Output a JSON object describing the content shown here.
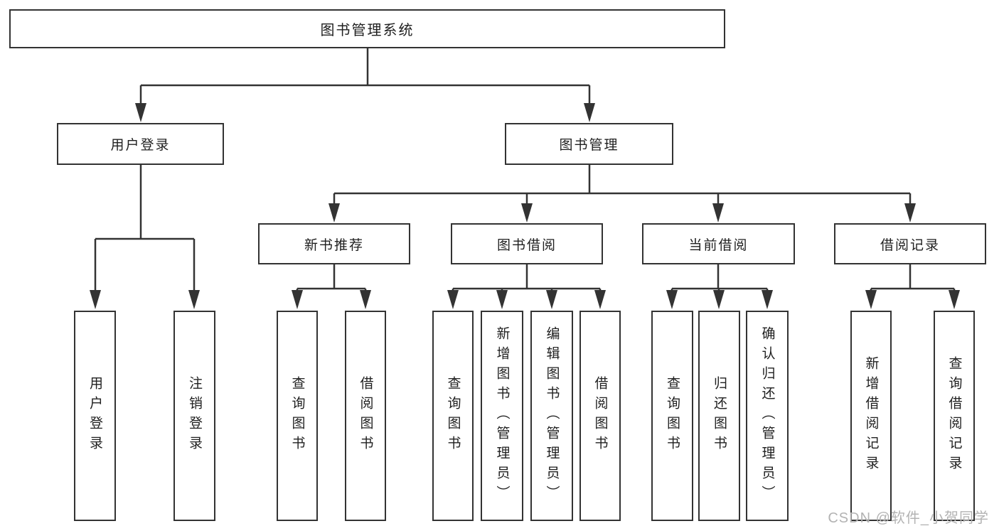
{
  "tree": {
    "label": "图书管理系统",
    "children": [
      {
        "label": "用户登录",
        "children": [
          {
            "label": "用户登录"
          },
          {
            "label": "注销登录"
          }
        ]
      },
      {
        "label": "图书管理",
        "children": [
          {
            "label": "新书推荐",
            "children": [
              {
                "label": "查询图书"
              },
              {
                "label": "借阅图书"
              }
            ]
          },
          {
            "label": "图书借阅",
            "children": [
              {
                "label": "查询图书"
              },
              {
                "label": "新增图书（管理员）"
              },
              {
                "label": "编辑图书（管理员）"
              },
              {
                "label": "借阅图书"
              }
            ]
          },
          {
            "label": "当前借阅",
            "children": [
              {
                "label": "查询图书"
              },
              {
                "label": "归还图书"
              },
              {
                "label": "确认归还（管理员）"
              }
            ]
          },
          {
            "label": "借阅记录",
            "children": [
              {
                "label": "新增借阅记录"
              },
              {
                "label": "查询借阅记录"
              }
            ]
          }
        ]
      }
    ]
  },
  "watermark": {
    "text": "CSDN @软件_小贺同学"
  },
  "colors": {
    "line": "#333333",
    "border": "#333333",
    "text": "#1f1f1f",
    "watermark": "#b3b3b3",
    "background": "#ffffff"
  }
}
